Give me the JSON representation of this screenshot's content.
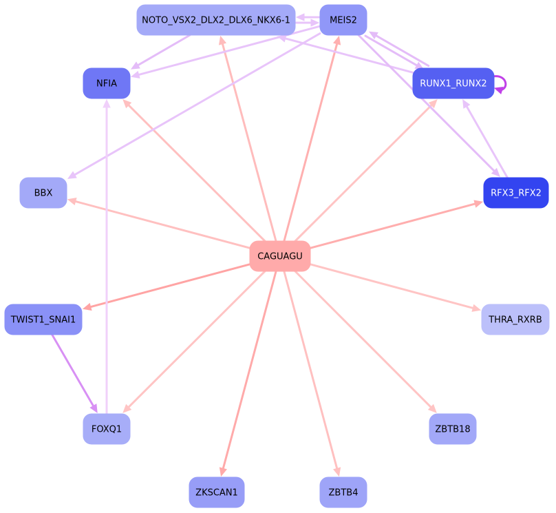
{
  "graph": {
    "nodes": [
      {
        "id": "CAGUAGU",
        "label": "CAGUAGU",
        "fill": "#ffaaaa",
        "text_color": "#000000"
      },
      {
        "id": "NOTO",
        "label": "NOTO_VSX2_DLX2_DLX6_NKX6-1",
        "fill": "#a4aaf8",
        "text_color": "#000000"
      },
      {
        "id": "MEIS2",
        "label": "MEIS2",
        "fill": "#9097f8",
        "text_color": "#000000"
      },
      {
        "id": "NFIA",
        "label": "NFIA",
        "fill": "#6f77f5",
        "text_color": "#000000"
      },
      {
        "id": "RUNX",
        "label": "RUNX1_RUNX2",
        "fill": "#5560f2",
        "text_color": "#ffffff"
      },
      {
        "id": "BBX",
        "label": "BBX",
        "fill": "#a3a9f8",
        "text_color": "#000000"
      },
      {
        "id": "RFX",
        "label": "RFX3_RFX2",
        "fill": "#3344f0",
        "text_color": "#ffffff"
      },
      {
        "id": "TWIST",
        "label": "TWIST1_SNAI1",
        "fill": "#8a91f7",
        "text_color": "#000000"
      },
      {
        "id": "THRA",
        "label": "THRA_RXRB",
        "fill": "#bcc0fa",
        "text_color": "#000000"
      },
      {
        "id": "FOXQ1",
        "label": "FOXQ1",
        "fill": "#a7adf8",
        "text_color": "#000000"
      },
      {
        "id": "ZBTB18",
        "label": "ZBTB18",
        "fill": "#a2a8f8",
        "text_color": "#000000"
      },
      {
        "id": "ZKSCAN1",
        "label": "ZKSCAN1",
        "fill": "#979df7",
        "text_color": "#000000"
      },
      {
        "id": "ZBTB4",
        "label": "ZBTB4",
        "fill": "#9ea4f8",
        "text_color": "#000000"
      }
    ],
    "edges": [
      {
        "from": "CAGUAGU",
        "to": "NOTO",
        "color": "#ffbcbc"
      },
      {
        "from": "CAGUAGU",
        "to": "MEIS2",
        "color": "#ffb0b0"
      },
      {
        "from": "CAGUAGU",
        "to": "NFIA",
        "color": "#ffc0c0"
      },
      {
        "from": "CAGUAGU",
        "to": "RUNX",
        "color": "#ffc4c4"
      },
      {
        "from": "CAGUAGU",
        "to": "BBX",
        "color": "#ffc0c0"
      },
      {
        "from": "CAGUAGU",
        "to": "RFX",
        "color": "#ffaeae"
      },
      {
        "from": "CAGUAGU",
        "to": "TWIST",
        "color": "#ffa4a4"
      },
      {
        "from": "CAGUAGU",
        "to": "THRA",
        "color": "#ffc4c4"
      },
      {
        "from": "CAGUAGU",
        "to": "FOXQ1",
        "color": "#ffc4c4"
      },
      {
        "from": "CAGUAGU",
        "to": "ZBTB18",
        "color": "#ffc4c4"
      },
      {
        "from": "CAGUAGU",
        "to": "ZKSCAN1",
        "color": "#ffaaaa"
      },
      {
        "from": "CAGUAGU",
        "to": "ZBTB4",
        "color": "#ffc0c0"
      },
      {
        "from": "NOTO",
        "to": "MEIS2",
        "color": "#e8c4fa"
      },
      {
        "from": "MEIS2",
        "to": "NOTO",
        "color": "#e8c4fa"
      },
      {
        "from": "NOTO",
        "to": "NFIA",
        "color": "#e4bcf8"
      },
      {
        "from": "MEIS2",
        "to": "NFIA",
        "color": "#e8c4fa"
      },
      {
        "from": "MEIS2",
        "to": "BBX",
        "color": "#e8c4fa"
      },
      {
        "from": "MEIS2",
        "to": "RUNX",
        "color": "#e4bcf8"
      },
      {
        "from": "RUNX",
        "to": "MEIS2",
        "color": "#e4bcf8"
      },
      {
        "from": "RUNX",
        "to": "NOTO",
        "color": "#e8c4fa"
      },
      {
        "from": "MEIS2",
        "to": "RFX",
        "color": "#e4bcf8"
      },
      {
        "from": "RFX",
        "to": "RUNX",
        "color": "#e8c4fa"
      },
      {
        "from": "RUNX",
        "to": "RUNX",
        "color": "#c040e8",
        "self": true
      },
      {
        "from": "TWIST",
        "to": "FOXQ1",
        "color": "#d890f4"
      },
      {
        "from": "FOXQ1",
        "to": "NFIA",
        "color": "#f0d0fa"
      }
    ]
  }
}
